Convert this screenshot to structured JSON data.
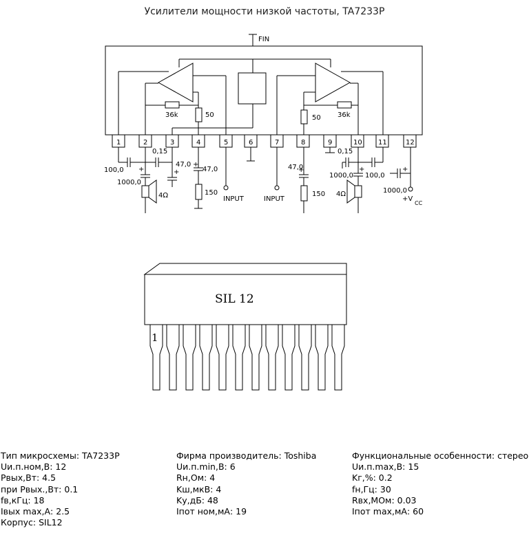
{
  "title": "Усилители мощности низкой частоты, TA7233P",
  "schematic": {
    "fin_label": "FIN",
    "pins": [
      "1",
      "2",
      "3",
      "4",
      "5",
      "6",
      "7",
      "8",
      "9",
      "10",
      "11",
      "12"
    ],
    "labels": {
      "r36k_left": "36k",
      "r36k_right": "36k",
      "r50_left": "50",
      "r50_right": "50",
      "c015_left": "0,15",
      "c015_right": "0,15",
      "c100_left": "100,0",
      "c100_right": "100,0",
      "c1000_left": "1000,0",
      "c1000_right": "1000,0",
      "c1000_vcc": "1000,0",
      "c47_a": "47,0",
      "c47_b": "47,0",
      "c47_c": "47,0",
      "r150_left": "150",
      "r150_right": "150",
      "spk_left": "4Ω",
      "spk_right": "4Ω",
      "input_left": "INPUT",
      "input_right": "INPUT",
      "vcc_main": "+V",
      "vcc_sub": "CC",
      "plus": "+"
    }
  },
  "package": {
    "label": "SIL 12",
    "pin1": "1"
  },
  "specs": {
    "col1": [
      "Тип микросхемы: TA7233P",
      "Uи.п.ном,В: 12",
      "Pвых,Вт: 4.5",
      "при Pвых.,Вт: 0.1",
      "fв,кГц: 18",
      "Iвых max,А: 2.5",
      "Корпус: SIL12"
    ],
    "col2": [
      "Фирма производитель: Toshiba",
      "Uи.п.min,В: 6",
      "Rн,Ом: 4",
      "Kш,мкВ: 4",
      "Kу,дБ: 48",
      "Iпот ном,мА: 19"
    ],
    "col3": [
      "Функциональные особенности: стерео",
      "Uи.п.max,В: 15",
      "Kг,%: 0.2",
      "fн,Гц: 30",
      "Rвх,МОм: 0.03",
      "Iпот max,мА: 60"
    ]
  }
}
